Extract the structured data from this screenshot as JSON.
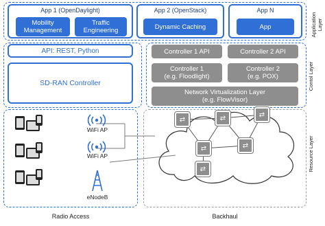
{
  "colors": {
    "blue": "#2f6fd6",
    "grey_box": "#8e8e8e",
    "grey_line": "#9aa0a6"
  },
  "application_layer": {
    "side_label": "Application\nLayer",
    "app1": {
      "title": "App 1 (OpenDaylight)",
      "items": [
        "Mobility\nManagement",
        "Traffic\nEngineering"
      ]
    },
    "app2": {
      "title": "App 2 (OpenStack)",
      "item": "Dynamic Caching"
    },
    "appN": {
      "title": "App N",
      "item": "App"
    }
  },
  "control_layer": {
    "side_label": "Contol Layer",
    "api": "API: REST, Python",
    "sdran": "SD-RAN Controller",
    "ctrl1_api": "Controller 1 API",
    "ctrl2_api": "Controller 2 API",
    "ctrl1": "Controller 1\n(e.g. Floodlight)",
    "ctrl2": "Controller 2\n(e.g. POX)",
    "nvl": "Network Virtualization Layer\n(e.g. FlowVisor)"
  },
  "resource_layer": {
    "side_label": "Resource Layer",
    "wifi1": "WiFi AP",
    "wifi2": "WiFi AP",
    "enodeb": "eNodeB",
    "radio_access": "Radio Access",
    "backhaul": "Backhaul"
  },
  "icons": [
    "device-cluster-icon",
    "wifi-icon",
    "antenna-tower-icon",
    "cloud-icon",
    "switch-icon"
  ]
}
